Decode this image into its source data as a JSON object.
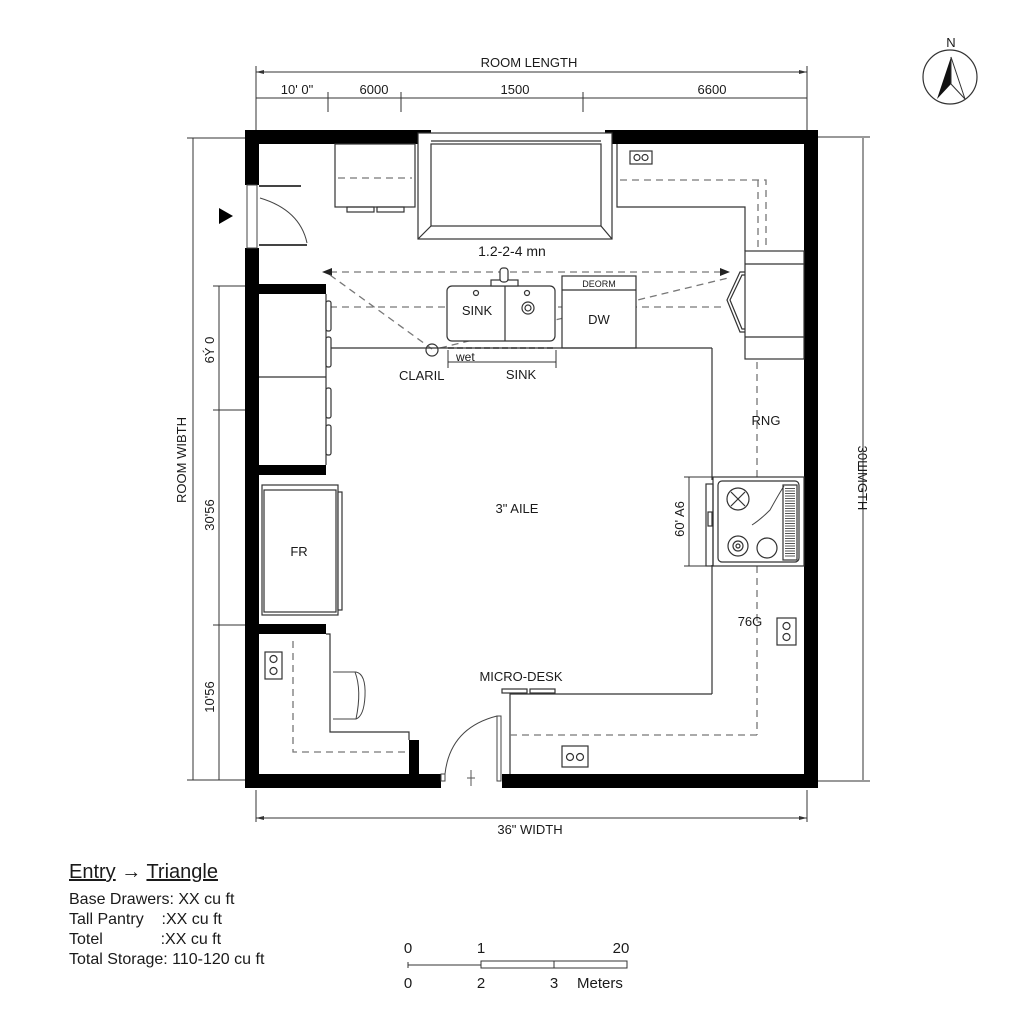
{
  "compass": {
    "label": "N"
  },
  "dimensions": {
    "top_total": "ROOM LENGTH",
    "top_segments": [
      "10' 0\"",
      "6000",
      "1500",
      "6600"
    ],
    "left_total": "ROOM WIBTH",
    "left_segments": [
      "6Ý 0",
      "30'56",
      "10'56"
    ],
    "right_total": "30ШMGTH",
    "bottom_total": "36\" WIDTH",
    "range_width": "60' A6"
  },
  "labels": {
    "window_note": "1.2-2-4 mn",
    "sink": "SINK",
    "dishwasher": "DW",
    "dishwasher_top": "DEORM",
    "wet": "wet",
    "clarile": "CLARIL",
    "sink_zone": "SINK",
    "range": "RNG",
    "aisle": "3\" AILE",
    "fridge": "FR",
    "micro_desk": "MICRO-DESK",
    "outlet_note": "76G"
  },
  "legend": {
    "title_left": "Entry",
    "arrow": "→",
    "title_right": "Triangle",
    "rows": [
      {
        "label": "Base Drawers",
        "sep": ": ",
        "value": "XX cu ft"
      },
      {
        "label": "Tall Pantry  ",
        "sep": "  :",
        "value": "XX cu ft"
      },
      {
        "label": "Totel        ",
        "sep": "     :",
        "value": "XX cu ft"
      },
      {
        "label": "Total Storage",
        "sep": ": ",
        "value": "110-120 cu ft"
      }
    ]
  },
  "scale_bar": {
    "top_ticks": [
      "0",
      "1",
      "20"
    ],
    "bottom_ticks": [
      "0",
      "2",
      "3"
    ],
    "unit": "Meters"
  }
}
